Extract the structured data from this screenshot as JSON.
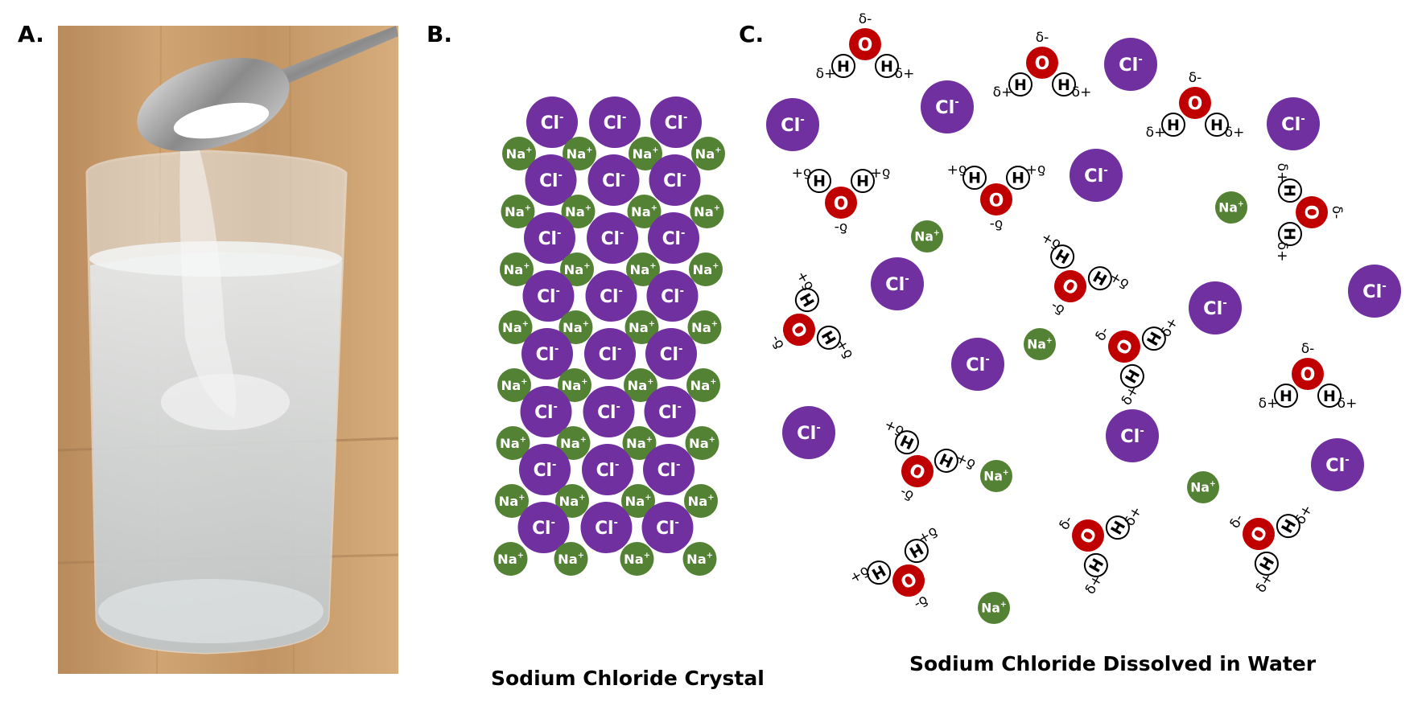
{
  "panels": {
    "a_label": "A.",
    "b_label": "B.",
    "c_label": "C."
  },
  "captions": {
    "crystal": "Sodium Chloride Crystal",
    "dissolved": "Sodium Chloride Dissolved in Water"
  },
  "ions": {
    "chloride": "Cl",
    "sodium": "Na",
    "negative": "-",
    "positive": "+"
  },
  "water": {
    "oxygen": "O",
    "hydrogen": "H",
    "delta_minus": "δ-",
    "delta_plus": "δ+"
  },
  "colors": {
    "chloride": "#7030a0",
    "sodium": "#548235",
    "oxygen": "#c00000",
    "hydrogen_fill": "#ffffff",
    "photo_wood": "#c49a6c"
  },
  "crystal_grid": {
    "rows": 8,
    "cl_per_row": 3,
    "na_per_row": 4
  }
}
